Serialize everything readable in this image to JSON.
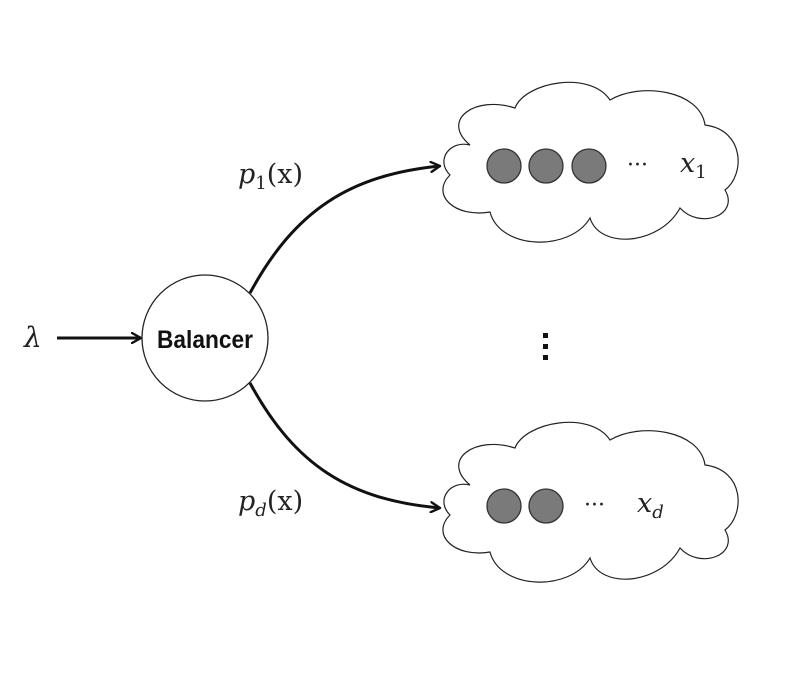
{
  "input": {
    "symbol": "λ"
  },
  "balancer": {
    "label": "Balancer"
  },
  "top_branch": {
    "prob_base": "p",
    "prob_sub": "1",
    "prob_arg": "(x)",
    "queue_var": "x",
    "queue_sub": "1",
    "ellipsis": "···",
    "token_count": 3
  },
  "bottom_branch": {
    "prob_base": "p",
    "prob_sub": "d",
    "prob_arg": "(x)",
    "queue_var": "x",
    "queue_sub": "d",
    "ellipsis": "···",
    "token_count": 2
  },
  "middle_ellipsis": "⋮",
  "colors": {
    "token_fill": "#7a7a7a",
    "stroke": "#222222"
  }
}
